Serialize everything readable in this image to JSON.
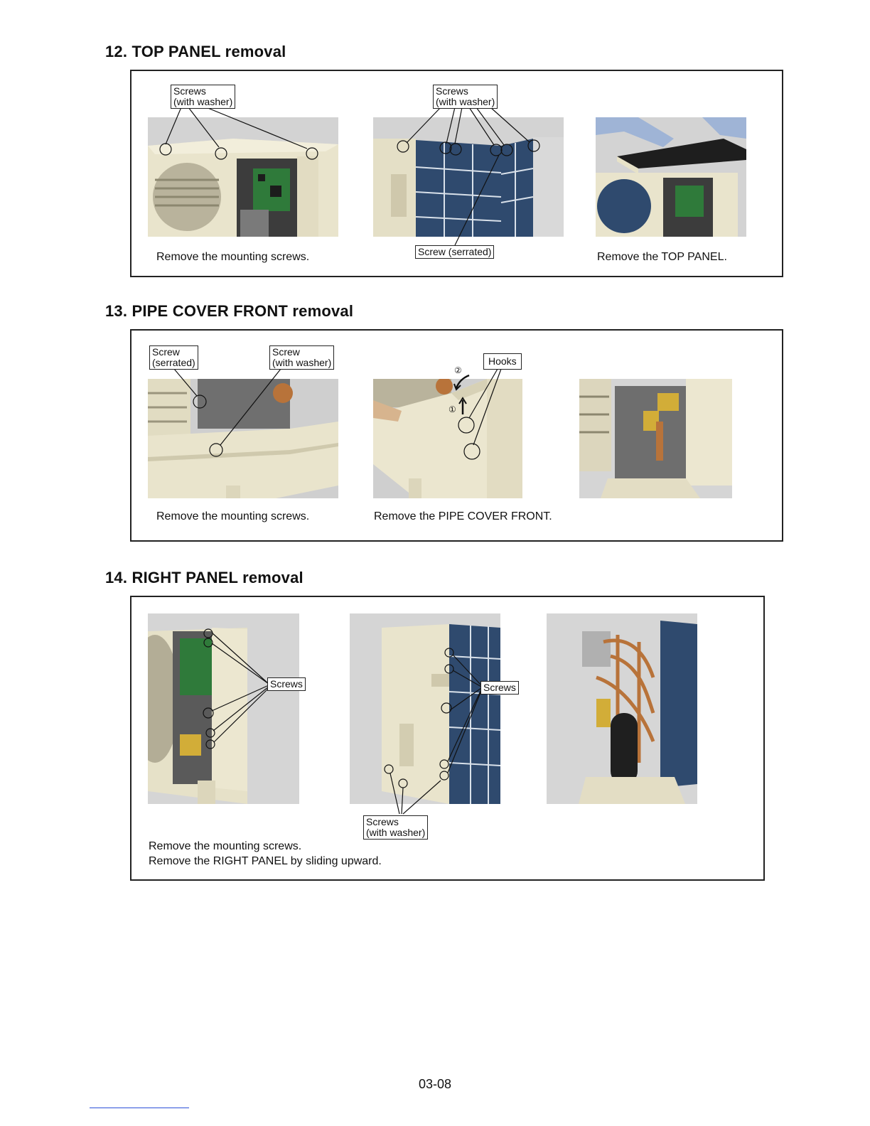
{
  "sections": [
    {
      "title": "12. TOP PANEL removal",
      "callouts": {
        "left": [
          "Screws",
          "(with washer)"
        ],
        "middle": [
          "Screws",
          "(with washer)"
        ],
        "middle_bottom": "Screw (serrated)"
      },
      "captions": {
        "left": "Remove the mounting screws.",
        "right": "Remove the TOP PANEL."
      }
    },
    {
      "title": "13. PIPE COVER FRONT removal",
      "callouts": {
        "screw_serrated": [
          "Screw",
          "(serrated)"
        ],
        "screw_washer": [
          "Screw",
          "(with washer)"
        ],
        "hooks": "Hooks",
        "step1": "①",
        "step2": "②"
      },
      "captions": {
        "left": "Remove the mounting screws.",
        "middle": "Remove the PIPE COVER FRONT."
      }
    },
    {
      "title": "14. RIGHT PANEL removal",
      "callouts": {
        "screws_left": "Screws",
        "screws_middle": "Screws",
        "screws_washer": [
          "Screws",
          "(with washer)"
        ]
      },
      "captions": {
        "line1": "Remove the mounting screws.",
        "line2": "Remove the RIGHT PANEL by sliding upward."
      }
    }
  ],
  "page_number": "03-08",
  "colors": {
    "unit_casing": "#e9e4cc",
    "coil_blue": "#2f4a6e",
    "pcb_green": "#2f7a3a",
    "photo_background": "#d6d6d6",
    "copper_pipe": "#b8733a"
  }
}
